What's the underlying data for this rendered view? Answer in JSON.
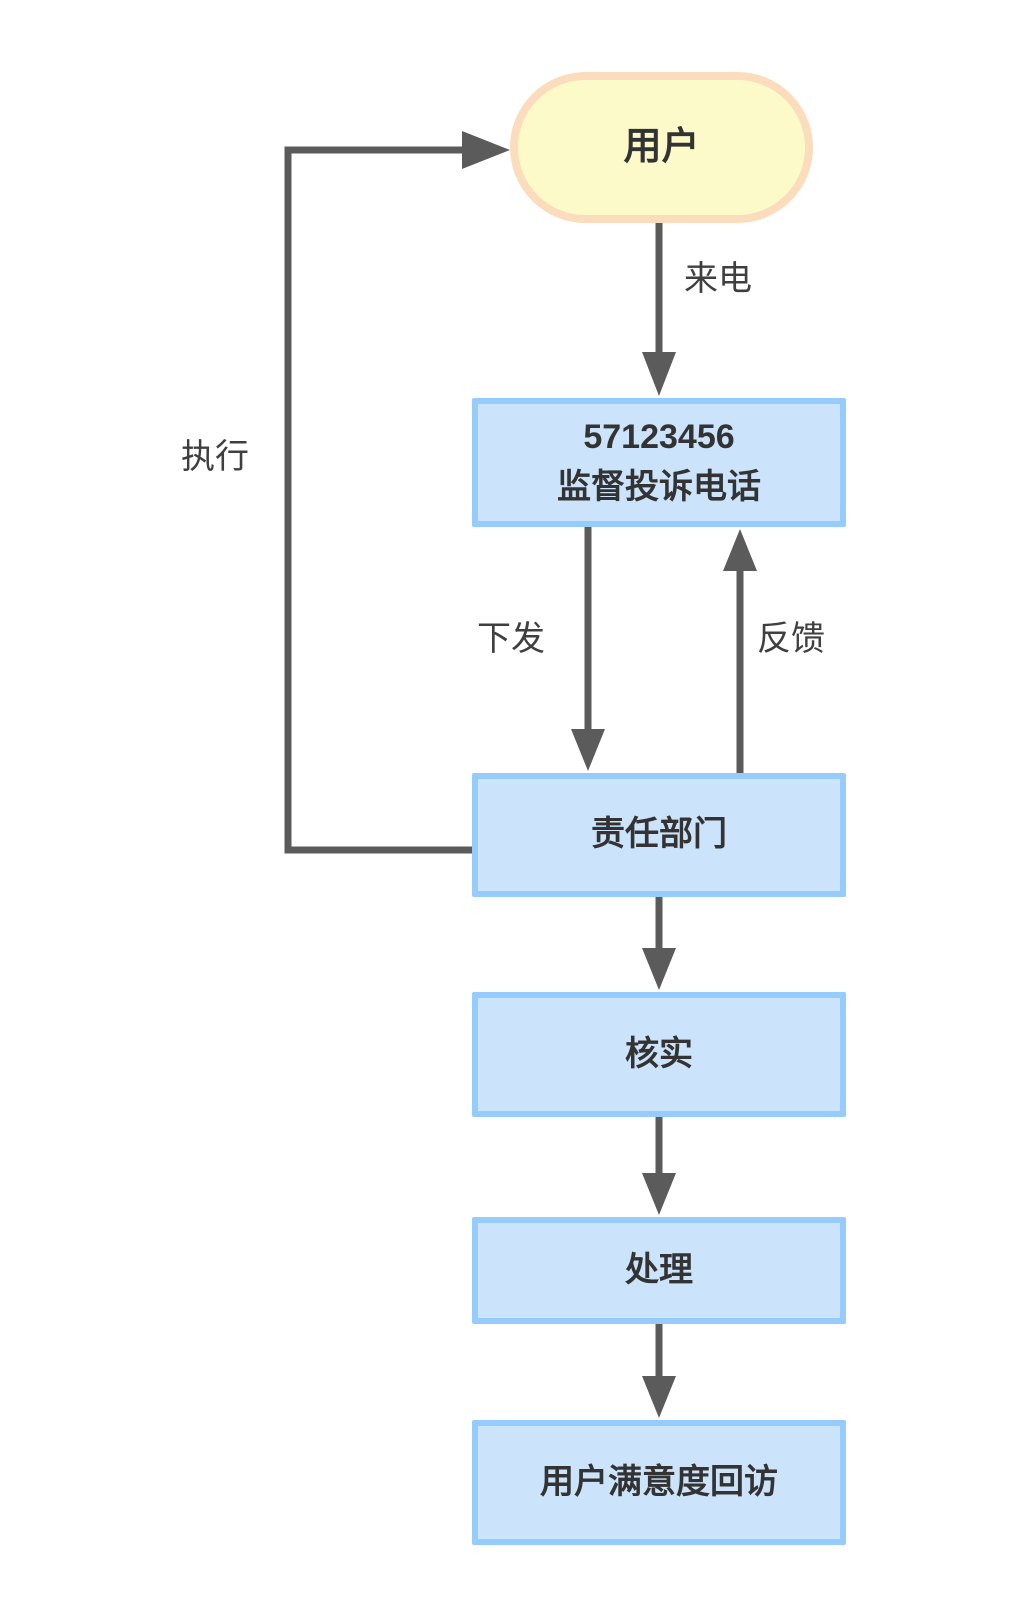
{
  "diagram": {
    "title": "complaint-hotline-workflow",
    "colors": {
      "background": "#ffffff",
      "start_node_fill": "#fdfaca",
      "start_node_border": "#fbdcbd",
      "process_node_fill": "#cce4fb",
      "process_node_border": "#96ccfb",
      "arrow": "#5b5b5b",
      "node_text": "#333333",
      "edge_label_text": "#3f3f3f"
    },
    "nodes": [
      {
        "id": "user",
        "type": "stadium",
        "label": "用户"
      },
      {
        "id": "hotline",
        "type": "process",
        "label_line1": "57123456",
        "label_line2": "监督投诉电话"
      },
      {
        "id": "dept",
        "type": "process",
        "label": "责任部门"
      },
      {
        "id": "verify",
        "type": "process",
        "label": "核实"
      },
      {
        "id": "handle",
        "type": "process",
        "label": "处理"
      },
      {
        "id": "revisit",
        "type": "process",
        "label": "用户满意度回访"
      }
    ],
    "edge_labels": {
      "incoming_call": "来电",
      "dispatch": "下发",
      "feedback": "反馈",
      "execute": "执行"
    }
  }
}
